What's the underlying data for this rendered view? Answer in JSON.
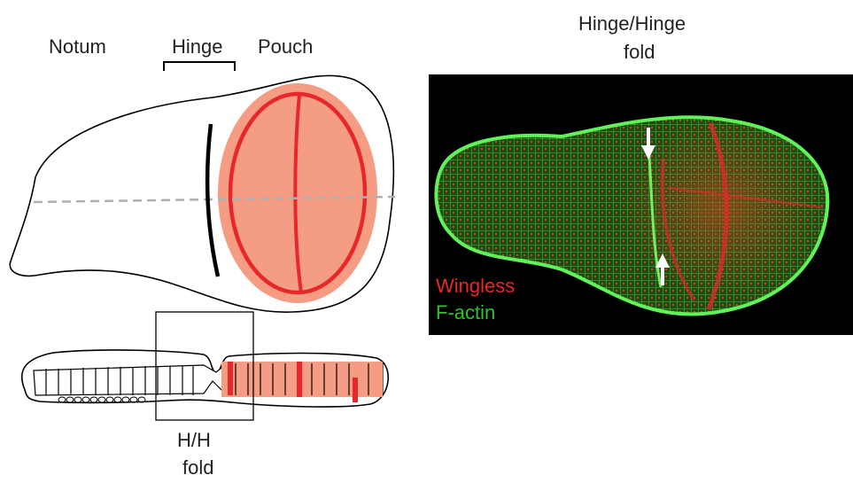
{
  "labels": {
    "notum": "Notum",
    "hinge": "Hinge",
    "pouch": "Pouch",
    "hinge_fold_line1": "Hinge/Hinge",
    "hinge_fold_line2": "fold",
    "hh_line1": "H/H",
    "hh_line2": "fold"
  },
  "legend": {
    "wingless": "Wingless",
    "factin": "F-actin"
  },
  "colors": {
    "wingless": "#e8272a",
    "factin": "#2ec32e",
    "pouch_fill": "#f49c84",
    "outline": "#000000",
    "dashed_axis": "#b0b0b0"
  },
  "icons": [
    "arrow-down-icon",
    "arrow-up-icon"
  ]
}
